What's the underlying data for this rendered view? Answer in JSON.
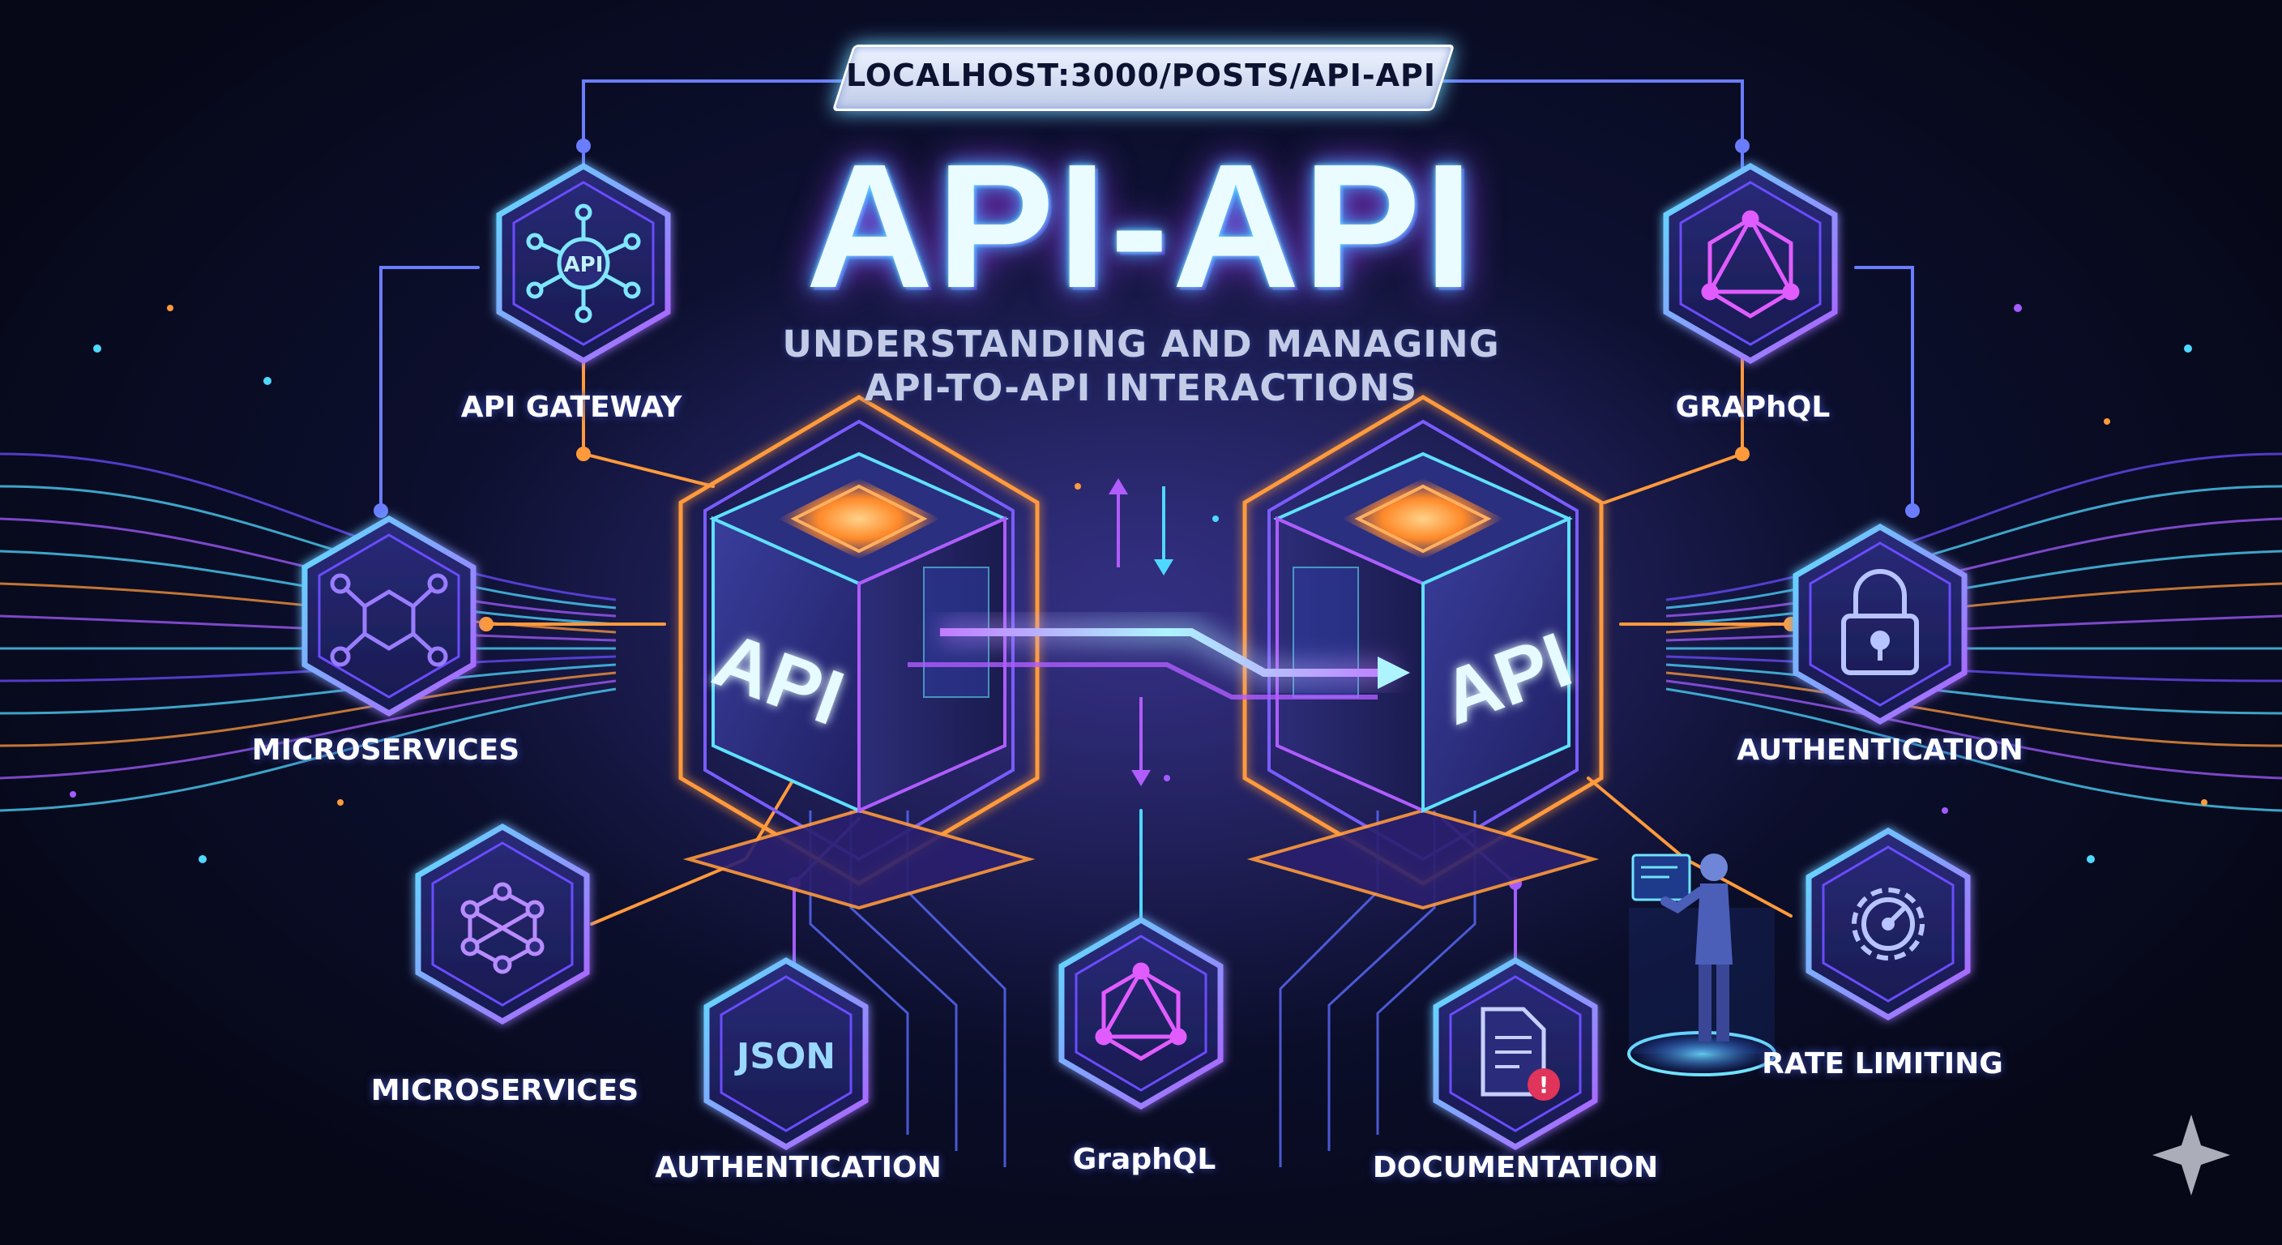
{
  "url": "LOCALHOST:3000/POSTS/API-API",
  "title": "API-API",
  "subtitle_line1": "UNDERSTANDING AND MANAGING",
  "subtitle_line2": "API-TO-API INTERACTIONS",
  "cube_left_label": "API",
  "cube_right_label": "API",
  "nodes": {
    "api_gateway": {
      "label": "API GATEWAY",
      "badge": "API",
      "icon": "network-hub-icon"
    },
    "graphql_top": {
      "label": "GRAPhQL",
      "icon": "graphql-icon"
    },
    "microservices_left": {
      "label": "MICROSERVICES",
      "icon": "network-nodes-icon"
    },
    "authentication_right": {
      "label": "AUTHENTICATION",
      "icon": "lock-icon"
    },
    "microservices_bottom": {
      "label": "MICROSERVICES",
      "icon": "molecule-icon"
    },
    "json": {
      "label": "AUTHENTICATION",
      "badge": "JSON",
      "icon": "json-icon"
    },
    "graphql_bottom": {
      "label": "GraphQL",
      "icon": "graphql-icon"
    },
    "documentation": {
      "label": "DOCUMENTATION",
      "icon": "document-alert-icon"
    },
    "rate_limiting": {
      "label": "RATE LIMITING",
      "icon": "gear-gauge-icon"
    }
  },
  "colors": {
    "background": "#070a1c",
    "cyan": "#4fd8ff",
    "purple": "#a35cff",
    "orange": "#ff9a3c",
    "magenta": "#d84cff"
  }
}
